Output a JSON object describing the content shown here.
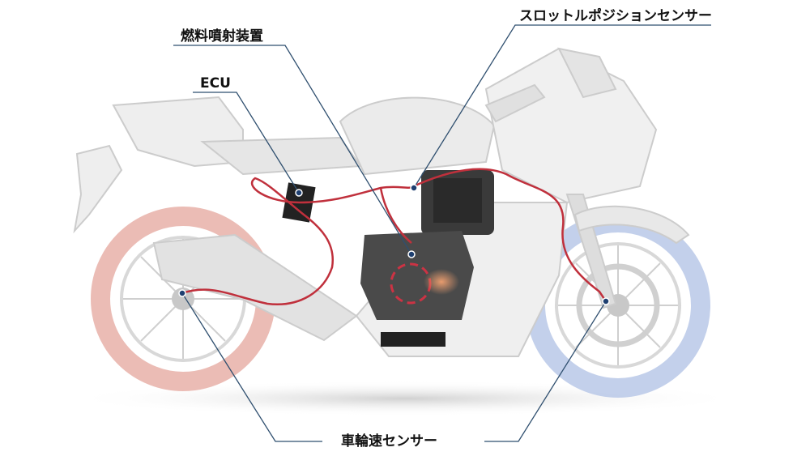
{
  "labels": {
    "fuel_injector": "燃料噴射装置",
    "ecu": "ECU",
    "throttle_sensor": "スロットルポジションセンサー",
    "wheel_speed_sensor": "車輪速センサー"
  },
  "colors": {
    "leader_line": "#2f4f6f",
    "underline": "#1e4f8f",
    "wiring": "#c0303c",
    "rear_wheel_tint": "#e8b0a8",
    "front_wheel_tint": "#b8c8e8",
    "engine": "#2c2c2c",
    "body_ghost": "#d4d4d4"
  }
}
